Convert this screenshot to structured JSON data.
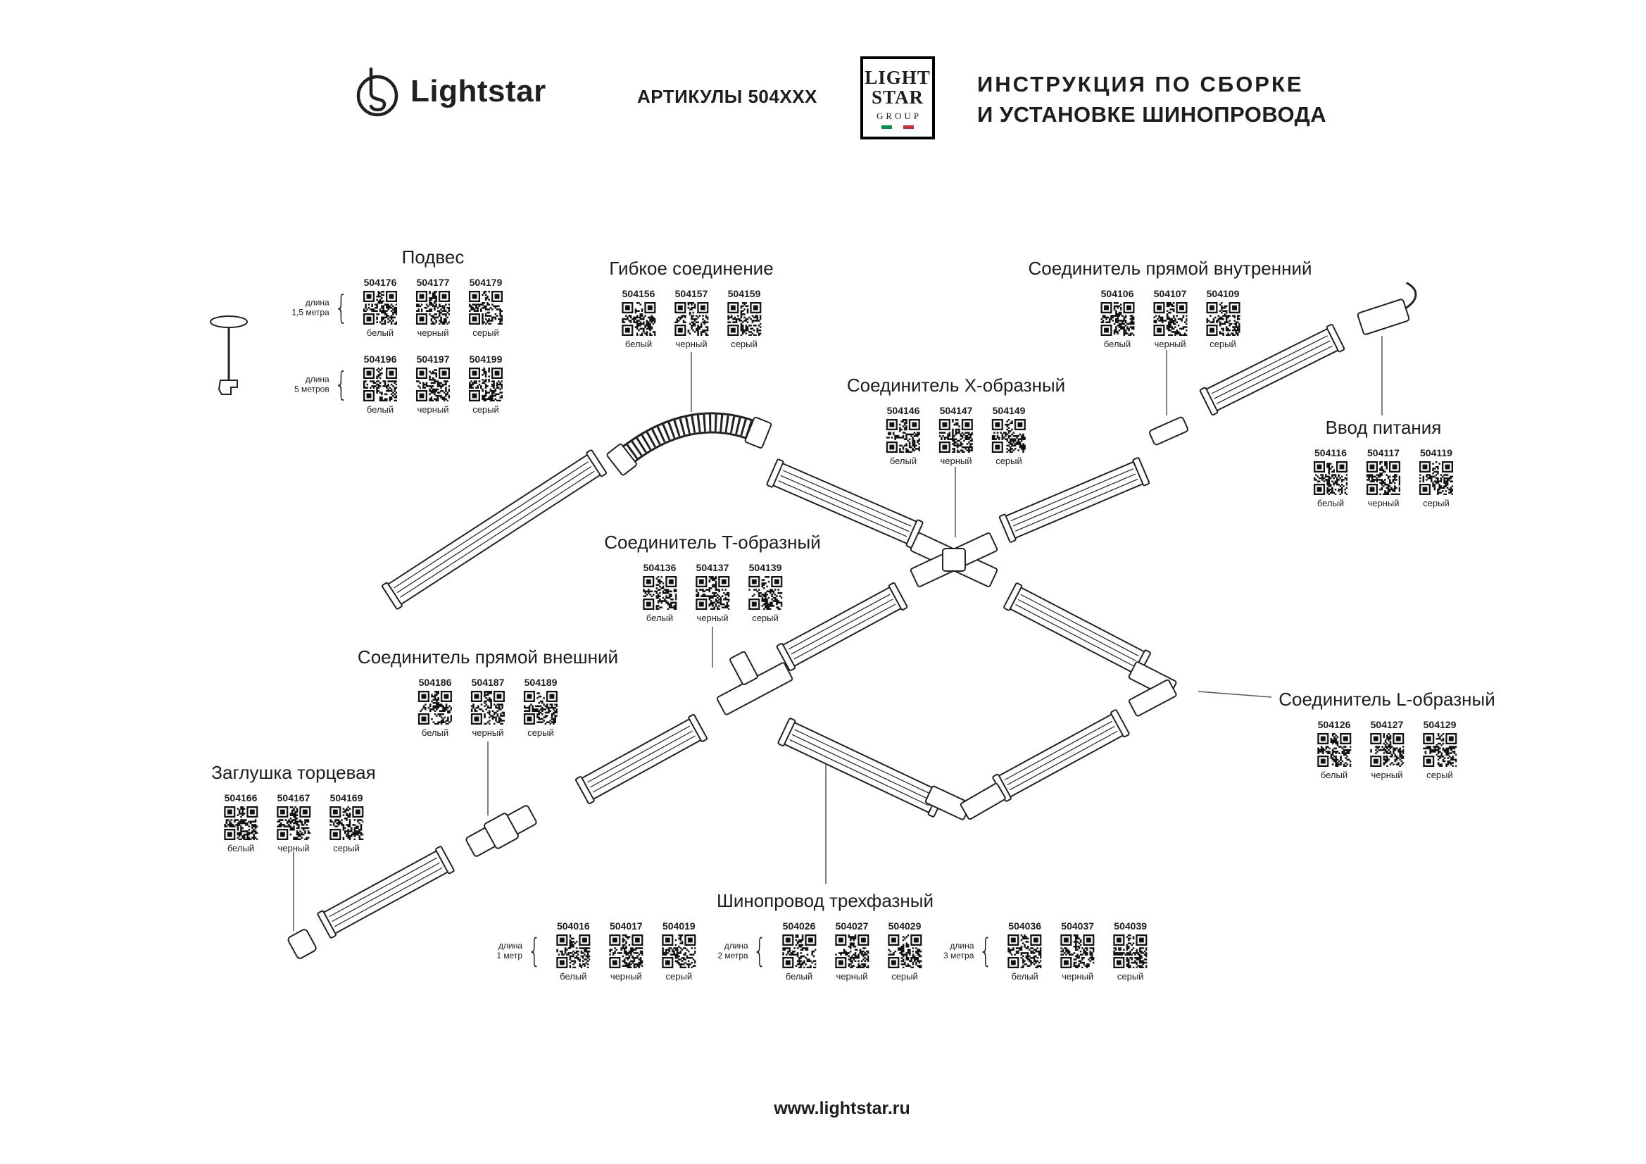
{
  "header": {
    "logo_text": "Lightstar",
    "articles_label": "АРТИКУЛЫ 504XXX",
    "brand_box": {
      "line1": "LIGHT",
      "line2": "STAR",
      "line3": "GROUP"
    },
    "title_line1": "ИНСТРУКЦИЯ ПО СБОРКЕ",
    "title_line2": "И УСТАНОВКЕ ШИНОПРОВОДА"
  },
  "footer": {
    "website": "www.lightstar.ru"
  },
  "colors": {
    "flag_green": "#009246",
    "flag_white": "#ffffff",
    "flag_red": "#ce2b37",
    "ink": "#1d1d1b"
  },
  "groups": [
    {
      "id": "podves",
      "title": "Подвес",
      "label_side": true,
      "rows": [
        {
          "segments": [
            {
              "label_lines": [
                "длина",
                "1,5 метра"
              ],
              "items": [
                {
                  "code": "504176",
                  "color": "белый"
                },
                {
                  "code": "504177",
                  "color": "черный"
                },
                {
                  "code": "504179",
                  "color": "серый"
                }
              ]
            }
          ]
        },
        {
          "segments": [
            {
              "label_lines": [
                "длина",
                "5 метров"
              ],
              "items": [
                {
                  "code": "504196",
                  "color": "белый"
                },
                {
                  "code": "504197",
                  "color": "черный"
                },
                {
                  "code": "504199",
                  "color": "серый"
                }
              ]
            }
          ]
        }
      ]
    },
    {
      "id": "gibkoe",
      "title": "Гибкое соединение",
      "rows": [
        {
          "segments": [
            {
              "items": [
                {
                  "code": "504156",
                  "color": "белый"
                },
                {
                  "code": "504157",
                  "color": "черный"
                },
                {
                  "code": "504159",
                  "color": "серый"
                }
              ]
            }
          ]
        }
      ]
    },
    {
      "id": "vnutrenniy",
      "title": "Соединитель прямой внутренний",
      "rows": [
        {
          "segments": [
            {
              "items": [
                {
                  "code": "504106",
                  "color": "белый"
                },
                {
                  "code": "504107",
                  "color": "черный"
                },
                {
                  "code": "504109",
                  "color": "серый"
                }
              ]
            }
          ]
        }
      ]
    },
    {
      "id": "x-obraznyy",
      "title": "Соединитель X-образный",
      "rows": [
        {
          "segments": [
            {
              "items": [
                {
                  "code": "504146",
                  "color": "белый"
                },
                {
                  "code": "504147",
                  "color": "черный"
                },
                {
                  "code": "504149",
                  "color": "серый"
                }
              ]
            }
          ]
        }
      ]
    },
    {
      "id": "vvod",
      "title": "Ввод питания",
      "rows": [
        {
          "segments": [
            {
              "items": [
                {
                  "code": "504116",
                  "color": "белый"
                },
                {
                  "code": "504117",
                  "color": "черный"
                },
                {
                  "code": "504119",
                  "color": "серый"
                }
              ]
            }
          ]
        }
      ]
    },
    {
      "id": "t-obraznyy",
      "title": "Соединитель T-образный",
      "rows": [
        {
          "segments": [
            {
              "items": [
                {
                  "code": "504136",
                  "color": "белый"
                },
                {
                  "code": "504137",
                  "color": "черный"
                },
                {
                  "code": "504139",
                  "color": "серый"
                }
              ]
            }
          ]
        }
      ]
    },
    {
      "id": "vneshniy",
      "title": "Соединитель прямой внешний",
      "rows": [
        {
          "segments": [
            {
              "items": [
                {
                  "code": "504186",
                  "color": "белый"
                },
                {
                  "code": "504187",
                  "color": "черный"
                },
                {
                  "code": "504189",
                  "color": "серый"
                }
              ]
            }
          ]
        }
      ]
    },
    {
      "id": "l-obraznyy",
      "title": "Соединитель L-образный",
      "rows": [
        {
          "segments": [
            {
              "items": [
                {
                  "code": "504126",
                  "color": "белый"
                },
                {
                  "code": "504127",
                  "color": "черный"
                },
                {
                  "code": "504129",
                  "color": "серый"
                }
              ]
            }
          ]
        }
      ]
    },
    {
      "id": "zaglushka",
      "title": "Заглушка торцевая",
      "rows": [
        {
          "segments": [
            {
              "items": [
                {
                  "code": "504166",
                  "color": "белый"
                },
                {
                  "code": "504167",
                  "color": "черный"
                },
                {
                  "code": "504169",
                  "color": "серый"
                }
              ]
            }
          ]
        }
      ]
    },
    {
      "id": "shinoprovod",
      "title": "Шинопровод трехфазный",
      "rows": [
        {
          "segments": [
            {
              "label_lines": [
                "длина",
                "1 метр"
              ],
              "items": [
                {
                  "code": "504016",
                  "color": "белый"
                },
                {
                  "code": "504017",
                  "color": "черный"
                },
                {
                  "code": "504019",
                  "color": "серый"
                }
              ]
            },
            {
              "label_lines": [
                "длина",
                "2 метра"
              ],
              "items": [
                {
                  "code": "504026",
                  "color": "белый"
                },
                {
                  "code": "504027",
                  "color": "черный"
                },
                {
                  "code": "504029",
                  "color": "серый"
                }
              ]
            },
            {
              "label_lines": [
                "длина",
                "3 метра"
              ],
              "items": [
                {
                  "code": "504036",
                  "color": "белый"
                },
                {
                  "code": "504037",
                  "color": "черный"
                },
                {
                  "code": "504039",
                  "color": "серый"
                }
              ]
            }
          ]
        }
      ]
    }
  ]
}
